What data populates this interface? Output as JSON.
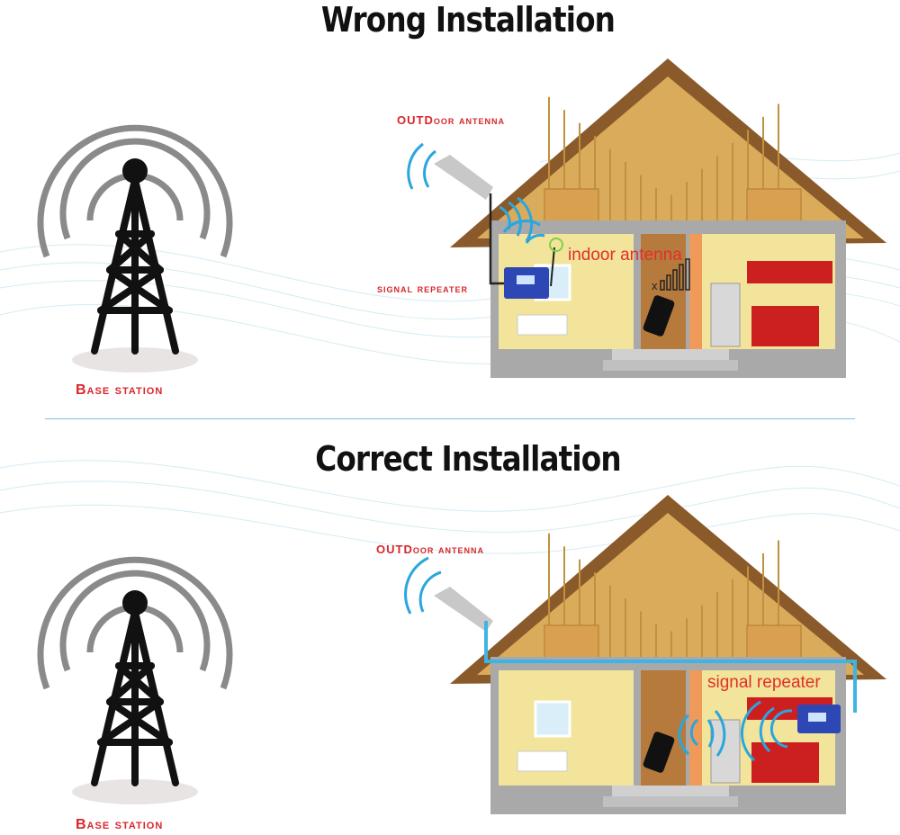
{
  "top": {
    "title": "Wrong Installation",
    "outdoor_antenna": "OUTDoor antenna",
    "signal_repeater": "signal repeater",
    "indoor_antenna": "indoor antenna",
    "base_station": "Base station"
  },
  "bottom": {
    "title": "Correct Installation",
    "outdoor_antenna": "OUTDoor antenna",
    "signal_repeater": "signal repeater",
    "base_station": "Base station"
  },
  "colors": {
    "label": "#d8262a",
    "signal": "#2aa6de",
    "roof": "#c9943f",
    "wall": "#f2e49a",
    "cable": "#3fb4e4"
  }
}
